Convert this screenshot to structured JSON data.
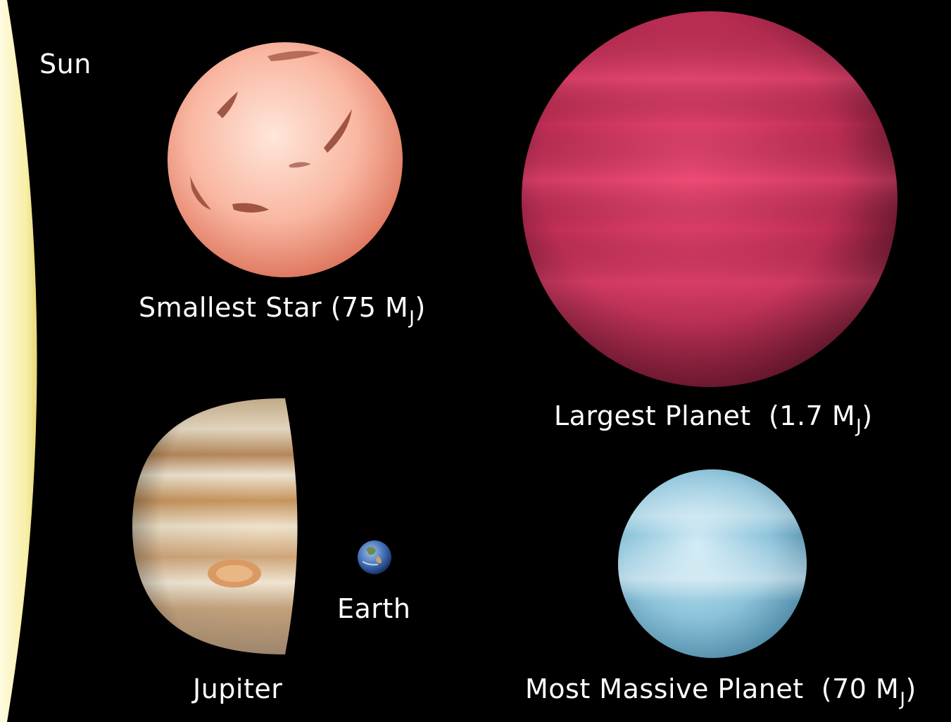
{
  "labels": {
    "sun": "Sun",
    "smallest_star": {
      "name": "Smallest Star",
      "value": "(75 M",
      "sub": "J",
      "close": ")"
    },
    "largest_planet": {
      "name": "Largest Planet",
      "value": "(1.7 M",
      "sub": "J",
      "close": ")"
    },
    "jupiter": "Jupiter",
    "earth": "Earth",
    "most_massive_planet": {
      "name": "Most Massive Planet",
      "value": "(70 M",
      "sub": "J",
      "close": ")"
    }
  },
  "colors": {
    "background": "#000000",
    "sun": "#fbf6c0",
    "smallest_star": "#f6a690",
    "largest_planet": "#d63a62",
    "jupiter": "#d8b58c",
    "earth": "#3e6fb8",
    "most_massive_planet": "#8fc6dc"
  }
}
